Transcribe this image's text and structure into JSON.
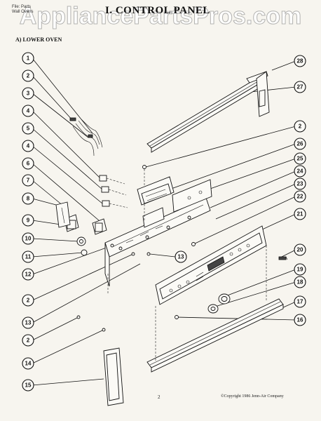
{
  "watermark": "AppliancePartsPros.com",
  "file_info": [
    "File: Parts",
    "Wall Ovens"
  ],
  "title": "I. CONTROL PANEL",
  "subtitle": "A) LOWER OVEN",
  "page_number": "2",
  "copyright": "©Copyright 1986 Jenn-Air Company",
  "callouts_left": [
    "1",
    "2",
    "3",
    "4",
    "5",
    "4",
    "6",
    "7",
    "8",
    "9",
    "10",
    "11",
    "12",
    "2",
    "13",
    "2",
    "14",
    "15"
  ],
  "callouts_right": [
    "28",
    "27",
    "2",
    "26",
    "25",
    "24",
    "23",
    "22",
    "21",
    "20",
    "19",
    "18",
    "17",
    "16"
  ],
  "callout_center": "13"
}
